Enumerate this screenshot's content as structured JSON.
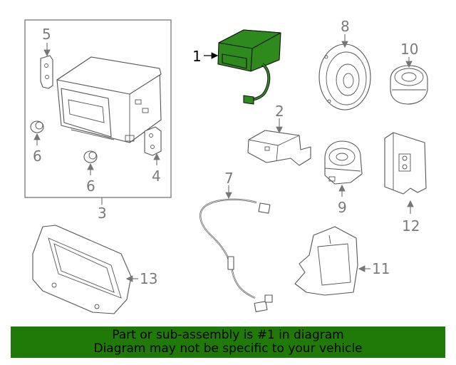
{
  "callouts": {
    "c1": "1",
    "c2": "2",
    "c3": "3",
    "c4": "4",
    "c5": "5",
    "c6a": "6",
    "c6b": "6",
    "c7": "7",
    "c8": "8",
    "c9": "9",
    "c10": "10",
    "c11": "11",
    "c12": "12",
    "c13": "13"
  },
  "highlight_color": "#1f7a08",
  "banner": {
    "line1": "Part or sub-assembly is #1 in diagram",
    "line2": "Diagram may not be specific to your vehicle"
  }
}
